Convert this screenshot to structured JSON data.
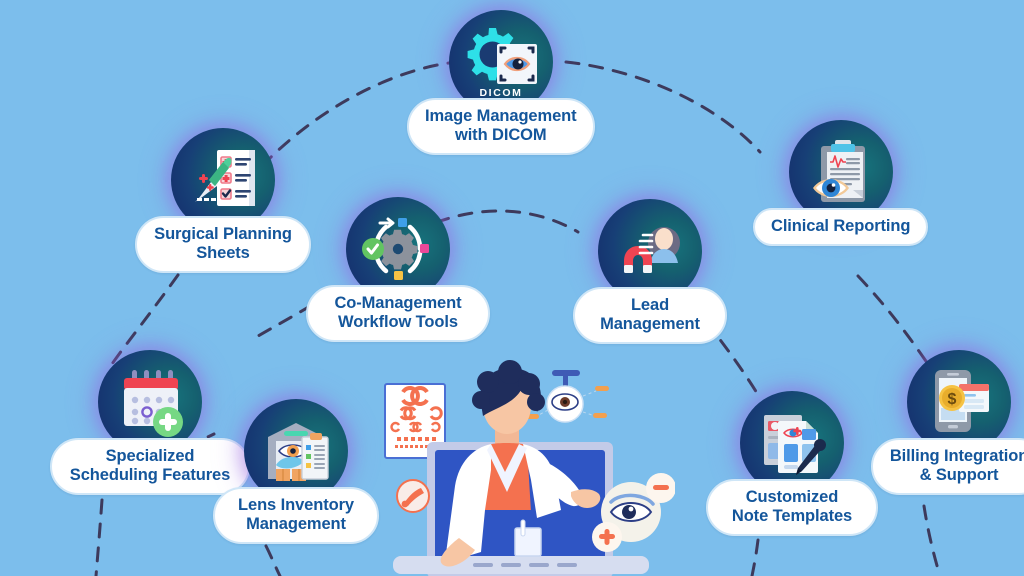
{
  "theme": {
    "background_color": "#7cbeec",
    "pill_background": "#ffffff",
    "pill_text_color": "#14569b",
    "pill_border_color": "#cfe6f7",
    "bubble_gradient_from": "#14286a",
    "bubble_gradient_to": "#17737c",
    "connector_color": "#3d3a5c",
    "accent_orange": "#f4714f",
    "accent_red": "#ef4452",
    "accent_green": "#62c462",
    "accent_yellow": "#f6c344",
    "accent_pink": "#ec4899",
    "accent_blue": "#3f87e8",
    "doctor_coat": "#ffffff",
    "doctor_shirt": "#f4714f",
    "doctor_hair": "#1f2d5c",
    "laptop_screen": "#2f55c4"
  },
  "diagram": {
    "type": "radial-feature-map",
    "center_illustration": {
      "name": "eye-doctor-laptop-illustration",
      "description": "Optometrist in white coat emerging from a laptop screen",
      "elements": [
        "eye-chart",
        "eyeball-diagram",
        "eye-lens-power-icon",
        "eye-drops-icon",
        "laptop",
        "doctor"
      ]
    },
    "nodes": [
      {
        "id": "image-management",
        "icon": "dicom-gear-eye-icon",
        "icon_caption": "DICOM",
        "label": "Image Management\nwith DICOM"
      },
      {
        "id": "surgical-planning",
        "icon": "scalpel-checklist-icon",
        "label": "Surgical Planning\nSheets"
      },
      {
        "id": "clinical-reporting",
        "icon": "clipboard-eye-ecg-icon",
        "label": "Clinical Reporting"
      },
      {
        "id": "comanagement",
        "icon": "workflow-gear-check-icon",
        "label": "Co-Management\nWorkflow Tools"
      },
      {
        "id": "lead-management",
        "icon": "magnet-person-icon",
        "label": "Lead\nManagement"
      },
      {
        "id": "scheduling",
        "icon": "calendar-plus-icon",
        "label": "Specialized\nScheduling Features"
      },
      {
        "id": "lens-inventory",
        "icon": "warehouse-lens-clipboard-icon",
        "label": "Lens Inventory\nManagement"
      },
      {
        "id": "note-templates",
        "icon": "documents-pen-icon",
        "label": "Customized\nNote Templates"
      },
      {
        "id": "billing",
        "icon": "phone-dollar-invoice-icon",
        "label": "Billing Integration\n& Support"
      }
    ]
  }
}
